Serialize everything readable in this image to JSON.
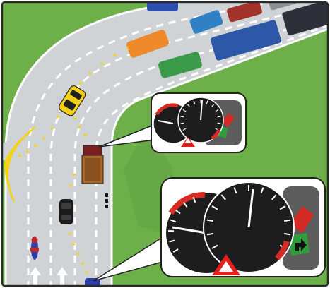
{
  "colors": {
    "grass": "#6db04a",
    "grass_dark": "#5a9a3c",
    "road": "#cfd3d6",
    "road_edge": "#ffffff",
    "lane_dash": "#ffffff",
    "chevron": "#f3d21a",
    "signal_arc": "#f3d21a",
    "border": "#2a2a2a",
    "bubble_fill": "#ffffff",
    "gauge_dark": "#1d1d1d",
    "gauge_red": "#d42b24",
    "gauge_grey": "#5d5d5d",
    "warning_red": "#e41f1f",
    "arrow_green": "#2e9d3a"
  },
  "icons": {
    "warning_triangle": "hazard-warning-triangle-icon",
    "turn_right_arrow": "turn-right-arrow-icon",
    "lane_arrow": "lane-direction-arrow-icon",
    "wing_mirror": "wing-mirror-icon"
  },
  "vehicles": {
    "lorry": "lorry",
    "yellow_car": "yellow-car",
    "motorbike": "motorbike",
    "black_car": "black-car"
  }
}
